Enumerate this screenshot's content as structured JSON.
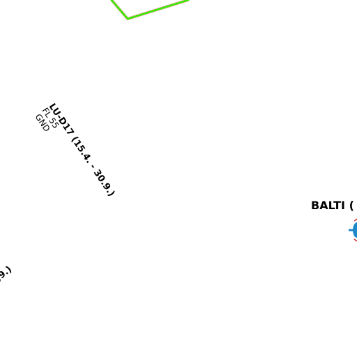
{
  "zone": {
    "title": "LU-D17 (15.4. - 30.9.)",
    "upper_limit": "FL 55",
    "lower_limit": "GND",
    "fill_color": "#f39a9a",
    "border_color": "#33ee00"
  },
  "adjacent_zone": {
    "partial_label": ",9.)"
  },
  "waypoint": {
    "label": "BALTI (",
    "icon": "navaid-icon",
    "color": "#1e88c8",
    "tick_color": "#d32f2f"
  }
}
